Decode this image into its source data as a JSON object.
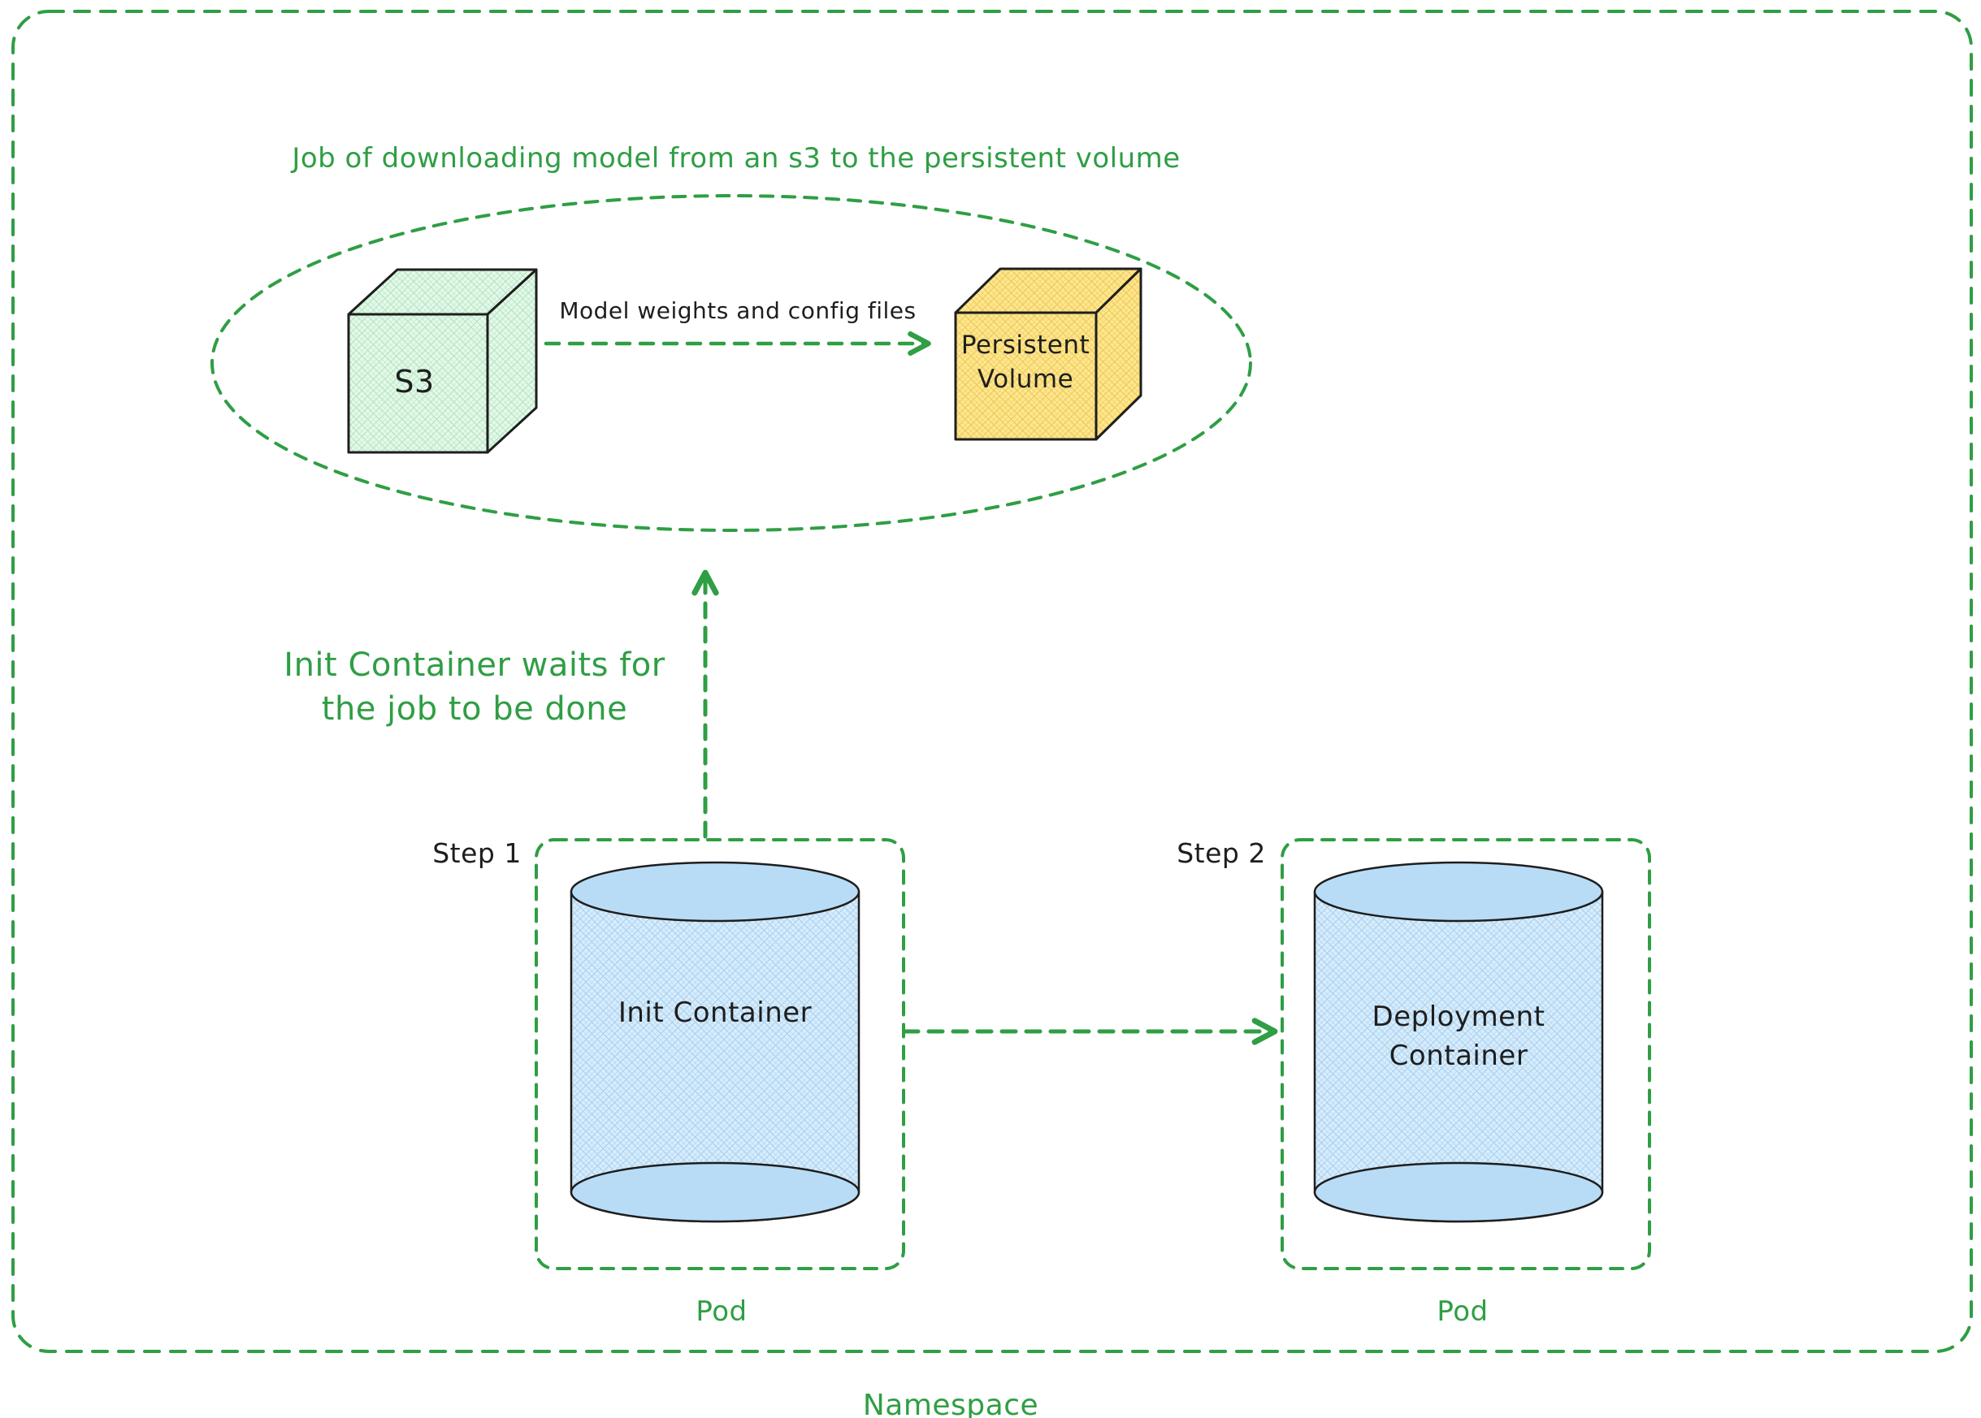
{
  "namespace": {
    "label": "Namespace"
  },
  "job": {
    "title": "Job of downloading model from an s3 to the persistent volume",
    "s3": {
      "label": "S3"
    },
    "transfer_arrow": {
      "label": "Model weights and config files"
    },
    "persistent_volume": {
      "label_line1": "Persistent",
      "label_line2": "Volume"
    }
  },
  "wait_note": {
    "line1": "Init Container waits for",
    "line2": "the job to be done"
  },
  "pods": {
    "step1": {
      "step_label": "Step 1",
      "container_label": "Init Container",
      "pod_label": "Pod"
    },
    "step2": {
      "step_label": "Step 2",
      "container_line1": "Deployment",
      "container_line2": "Container",
      "pod_label": "Pod"
    }
  },
  "colors": {
    "green": "#2f9e44",
    "ink": "#1e1e1e",
    "s3_fill": "#b2f2bb",
    "persistent_volume_fill": "#ffe066",
    "cylinder_fill": "#a5d8ff"
  }
}
